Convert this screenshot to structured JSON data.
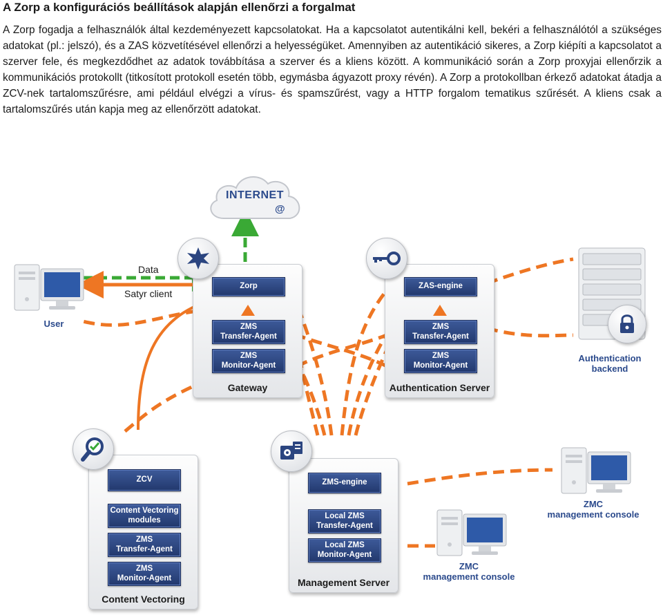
{
  "heading": "A Zorp a konfigurációs beállítások alapján ellenőrzi a forgalmat",
  "paragraph": "A Zorp fogadja a felhasználók által kezdeményezett kapcsolatokat. Ha a kapcsolatot autentikálni kell, bekéri a felhasználótól a szükséges adatokat (pl.: jelszó), és a ZAS közvetítésével ellenőrzi a helyességüket. Amennyiben az autentikáció sikeres, a Zorp kiépíti a kapcsolatot a szerver fele, és megkezdődhet az adatok továbbítása a szerver és a kliens között. A kommunikáció során a Zorp proxyjai ellenőrzik a kommunikációs protokollt (titkosított protokoll esetén több, egymásba ágyazott proxy révén). A Zorp a protokollban érkező adatokat átadja a ZCV-nek tartalomszűrésre, ami például elvégzi a vírus- és spamszűrést, vagy a HTTP forgalom tematikus szűrését. A kliens csak a tartalomszűrés után kapja meg az ellenőrzött adatokat.",
  "diagram": {
    "internet_label": "INTERNET",
    "internet_at": "@",
    "flow_data_label": "Data",
    "flow_client_label": "Satyr client",
    "user_label": "User",
    "auth_backend_label_1": "Authentication",
    "auth_backend_label_2": "backend",
    "zmc_label_1": "ZMC",
    "zmc_label_2": "management console",
    "gateway": {
      "label": "Gateway",
      "zorp": "Zorp",
      "transfer_1": "ZMS",
      "transfer_2": "Transfer-Agent",
      "monitor_1": "ZMS",
      "monitor_2": "Monitor-Agent"
    },
    "auth_server": {
      "label": "Authentication Server",
      "engine": "ZAS-engine",
      "transfer_1": "ZMS",
      "transfer_2": "Transfer-Agent",
      "monitor_1": "ZMS",
      "monitor_2": "Monitor-Agent"
    },
    "content_vectoring": {
      "label": "Content Vectoring",
      "zcv": "ZCV",
      "modules_1": "Content Vectoring",
      "modules_2": "modules",
      "transfer_1": "ZMS",
      "transfer_2": "Transfer-Agent",
      "monitor_1": "ZMS",
      "monitor_2": "Monitor-Agent"
    },
    "management_server": {
      "label": "Management Server",
      "engine": "ZMS-engine",
      "transfer_1": "Local ZMS",
      "transfer_2": "Transfer-Agent",
      "monitor_1": "Local ZMS",
      "monitor_2": "Monitor-Agent"
    },
    "colors": {
      "orange": "#ee7623",
      "green": "#3aa935",
      "module_blue": "#2b4580",
      "label_blue": "#2b4a8c"
    },
    "icons": [
      "cloud-icon",
      "user-computer-icon",
      "firewall-badge-icon",
      "key-badge-icon",
      "server-rack-icon",
      "lock-icon",
      "magnifier-badge-icon",
      "management-badge-icon",
      "zmc-computer-icon"
    ]
  }
}
